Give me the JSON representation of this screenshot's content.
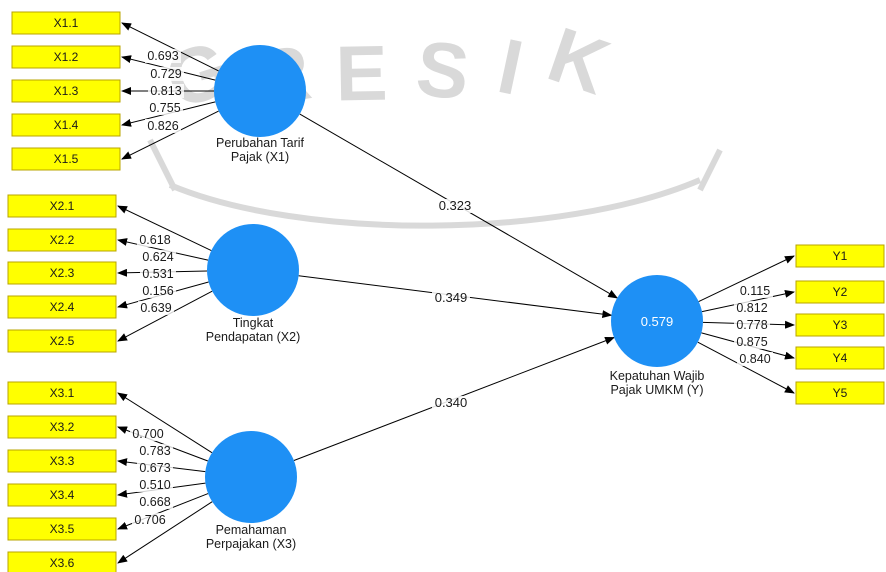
{
  "watermark": {
    "text": "GRESIK",
    "color": "#d9d9d9"
  },
  "colors": {
    "latent_fill": "#1e90f5",
    "indicator_fill": "#ffff00",
    "indicator_border": "#b8a400",
    "line": "#000000",
    "label_text": "#1a1a1a",
    "r2_text": "#ffffff"
  },
  "constructs": [
    {
      "id": "x1",
      "name": "Perubahan Tarif Pajak (X1)",
      "label_lines": [
        "Perubahan Tarif",
        "Pajak (X1)"
      ]
    },
    {
      "id": "x2",
      "name": "Tingkat Pendapatan (X2)",
      "label_lines": [
        "Tingkat",
        "Pendapatan (X2)"
      ]
    },
    {
      "id": "x3",
      "name": "Pemahaman Perpajakan (X3)",
      "label_lines": [
        "Pemahaman",
        "Perpajakan (X3)"
      ]
    },
    {
      "id": "y",
      "name": "Kepatuhan Wajib Pajak UMKM (Y)",
      "label_lines": [
        "Kepatuhan Wajib",
        "Pajak UMKM (Y)"
      ],
      "r2": "0.579"
    }
  ],
  "indicators": {
    "x1": [
      {
        "name": "X1.1",
        "loading": "0.693"
      },
      {
        "name": "X1.2",
        "loading": "0.729"
      },
      {
        "name": "X1.3",
        "loading": "0.813"
      },
      {
        "name": "X1.4",
        "loading": "0.755"
      },
      {
        "name": "X1.5",
        "loading": "0.826"
      }
    ],
    "x2": [
      {
        "name": "X2.1",
        "loading": "0.618"
      },
      {
        "name": "X2.2",
        "loading": "0.624"
      },
      {
        "name": "X2.3",
        "loading": "0.531"
      },
      {
        "name": "X2.4",
        "loading": "0.156"
      },
      {
        "name": "X2.5",
        "loading": "0.639"
      }
    ],
    "x3": [
      {
        "name": "X3.1",
        "loading": "0.700"
      },
      {
        "name": "X3.2",
        "loading": "0.783"
      },
      {
        "name": "X3.3",
        "loading": "0.673"
      },
      {
        "name": "X3.4",
        "loading": "0.510"
      },
      {
        "name": "X3.5",
        "loading": "0.668"
      },
      {
        "name": "X3.6",
        "loading": "0.706"
      }
    ],
    "y": [
      {
        "name": "Y1",
        "loading": "0.115"
      },
      {
        "name": "Y2",
        "loading": "0.812"
      },
      {
        "name": "Y3",
        "loading": "0.778"
      },
      {
        "name": "Y4",
        "loading": "0.875"
      },
      {
        "name": "Y5",
        "loading": "0.840"
      }
    ]
  },
  "paths": [
    {
      "from": "x1",
      "to": "y",
      "coefficient": "0.323"
    },
    {
      "from": "x2",
      "to": "y",
      "coefficient": "0.349"
    },
    {
      "from": "x3",
      "to": "y",
      "coefficient": "0.340"
    }
  ]
}
